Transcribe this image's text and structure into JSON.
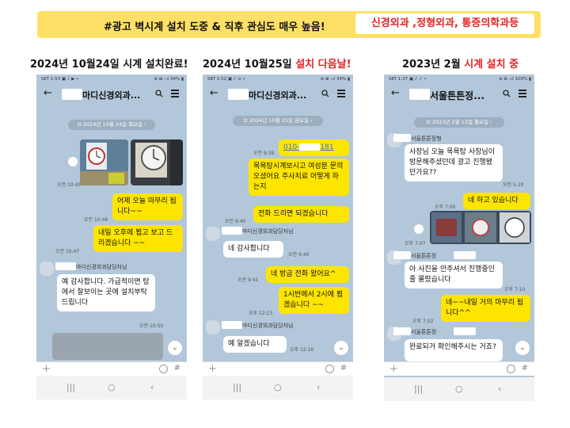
{
  "banner": {
    "headline": "#광고 벽시계 설치 도중 & 직후 관심도 매우 높음!",
    "departments": "신경외과 ,정형외과, 통증의학과등"
  },
  "captions": [
    {
      "text": "2024년 10월24일 시계 설치완료!",
      "highlight": ""
    },
    {
      "text": "2024년 10월25일 ",
      "highlight": "설치 다음날!"
    },
    {
      "text": "2023년 2월 ",
      "highlight": "시계 설치 중"
    }
  ],
  "phones": [
    {
      "status_left": "SKT 1:53 ▣ ♪ ▶ •",
      "status_right": "⊛ ⊞ ₊ıl 34% ▮",
      "title": "마디신경외과...",
      "date": "⊡ 2024년 10월 24일 목요일 ›",
      "messages": [
        {
          "text": "어제 오늘 마무리 됩니다~~",
          "time": "오전 10:46"
        },
        {
          "text": "내일 오후에 뵙고 보고 드리겠습니다 ~~",
          "time": "오전 10:47"
        },
        {
          "sender": "마디신경외과담당자님",
          "text": "예 감사합니다. 가급적이면 탕에서 잘보이는 곳에 설치부탁드립니다",
          "time": "오전 10:50"
        }
      ],
      "photo_time": "오전 10:45"
    },
    {
      "status_left": "SKT 1:52 ▣ ♪ ⊙ •",
      "status_right": "⊛ ⊞ ₊ıl 34% ▮",
      "title": "마디신경외과...",
      "date": "⊡ 2024년 10월 25일 금요일 ›",
      "phone_link": {
        "prefix": "010-",
        "suffix": "181",
        "time": "오전 9:39"
      },
      "messages": [
        {
          "text": "목욕탕시계보시고 여성분 문의오셨어요 주사치료 어떻게 하는지",
          "time": ""
        },
        {
          "text": "전화 드리면 되겠습니다",
          "time": "오전 9:40"
        },
        {
          "sender": "마디신경외과담당자님",
          "text": "네 감사합니다",
          "time": "오전 9:40"
        },
        {
          "text": "네 방금 전화 왔어요^",
          "time": "오전 9:41"
        },
        {
          "text": "1시반에서 2시에 뵙겠습니다 ~~",
          "time": "오후 12:13"
        },
        {
          "sender": "마디신경외과담당자님",
          "text": "예 알겠습니다",
          "time": "오후 12:16"
        }
      ]
    },
    {
      "status_left": "SKT 1:37 ▣ ♪ ✓ •",
      "status_right": "⊛ ⊞ ₊ıl 100% ▮",
      "title": "서울튼튼정...",
      "date": "⊡ 2023년 2월 13일 월요일 ›",
      "messages": [
        {
          "sender": "서울튼튼정형",
          "text": "사장님 오늘 목욕탕 사장님이 방문해주셨던데 광고 진행됐던가요??",
          "time": "오전 5:20"
        },
        {
          "text": "네 하고 있습니다",
          "time": "오후 7:06"
        },
        {
          "sender": "서울튼튼정",
          "text": "아 사진을 안주셔서 진행중인줄 몰랐습니다",
          "time": "오후 7:10"
        },
        {
          "text": "네~~내일 거의 마무리 됩니다^^",
          "time": "오후 7:52"
        },
        {
          "sender": "서울튼튼정",
          "text": "완료되거 확인해주시는 거죠?",
          "time": ""
        }
      ],
      "photo_time": "오후 7:07"
    }
  ],
  "ui": {
    "back": "←",
    "plus": "+",
    "hash": "#",
    "down": "⌄",
    "nav_recent": "|||",
    "nav_home": "○",
    "nav_back": "‹"
  },
  "colors": {
    "banner": "#ffe066",
    "red": "#e32424",
    "chat_bg": "#b2c7da",
    "yellow_bubble": "#fee500"
  }
}
